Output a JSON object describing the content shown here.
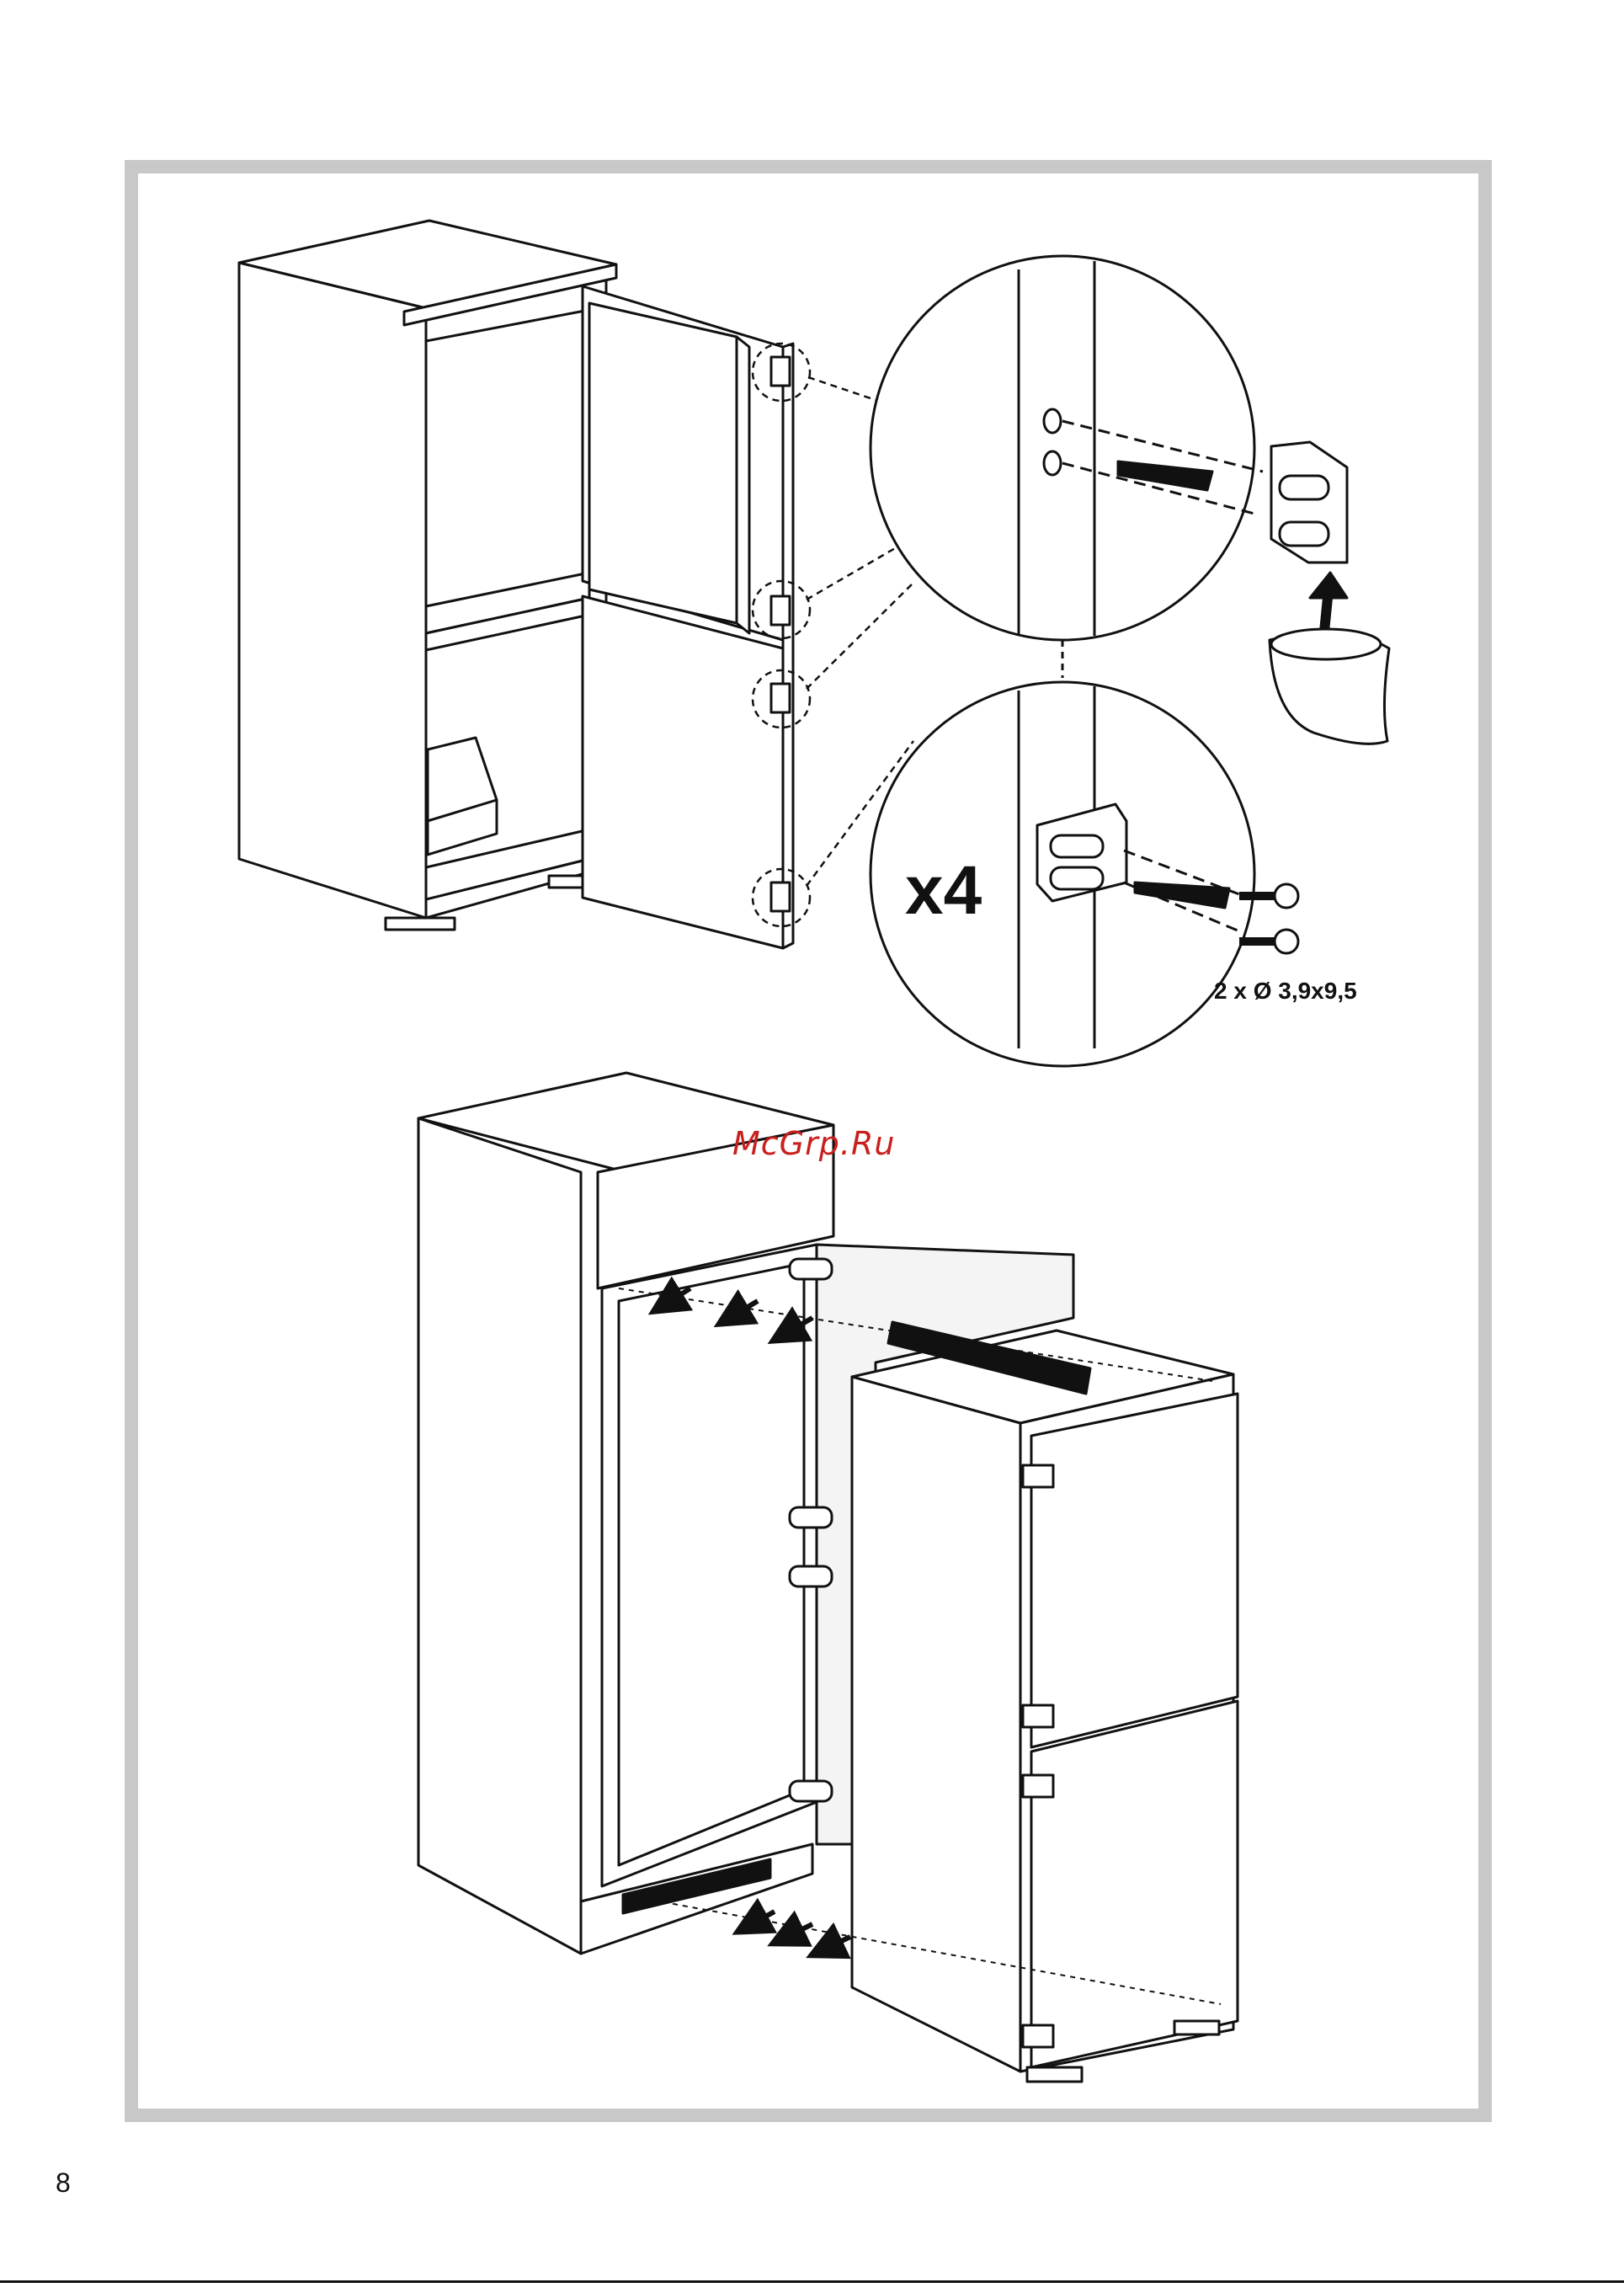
{
  "page": {
    "number": "8",
    "watermark": "McGrp.Ru"
  },
  "detail_top": {
    "quantity": "x4"
  },
  "screw_spec": "2 x Ø 3,9x9,5",
  "colors": {
    "frame": "#c8c8c8",
    "ink": "#111111",
    "watermark": "#c8201e"
  }
}
